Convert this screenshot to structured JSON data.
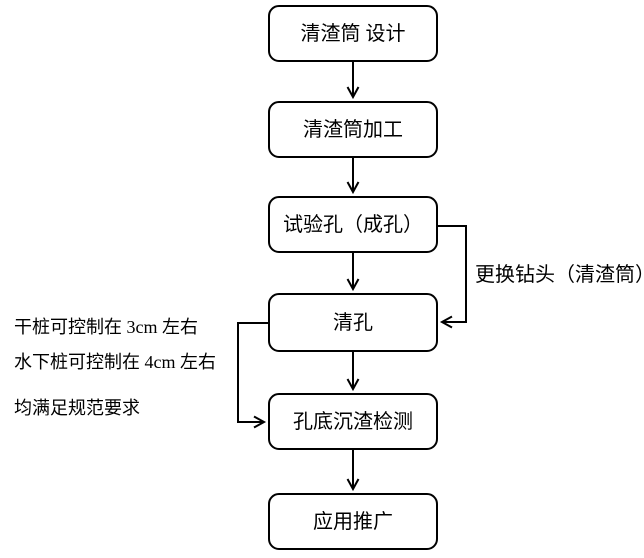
{
  "colors": {
    "background": "#ffffff",
    "line": "#000000",
    "text": "#000000"
  },
  "flowchart": {
    "nodes": [
      {
        "id": "design",
        "label": "清渣筒 设计"
      },
      {
        "id": "fabrication",
        "label": "清渣筒加工"
      },
      {
        "id": "test-hole",
        "label": "试验孔（成孔）"
      },
      {
        "id": "clean-hole",
        "label": "清孔"
      },
      {
        "id": "sediment-check",
        "label": "孔底沉渣检测"
      },
      {
        "id": "application",
        "label": "应用推广"
      }
    ],
    "edge_labels": {
      "replace_drill": "更换钻头（清渣筒）"
    },
    "annotations": {
      "left_note_line1": "干桩可控制在 3cm 左右",
      "left_note_line2": "水下桩可控制在 4cm 左右",
      "left_note_line3": "均满足规范要求"
    }
  }
}
